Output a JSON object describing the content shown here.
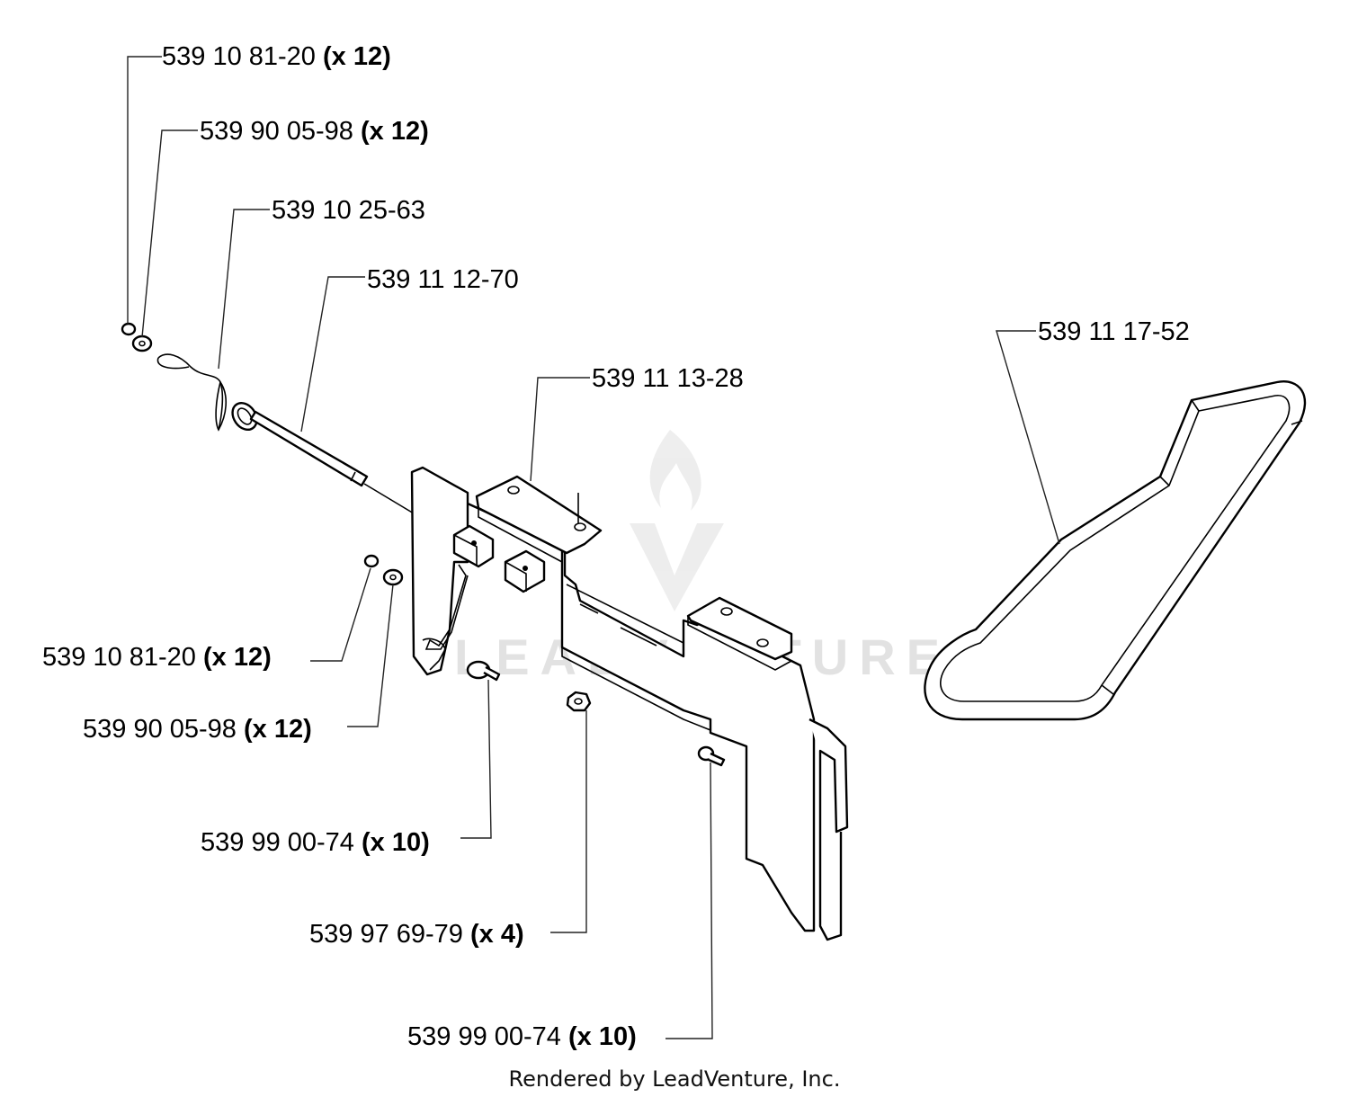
{
  "callouts": [
    {
      "part": "539 10 81-20",
      "qty": "(x 12)"
    },
    {
      "part": "539 90 05-98",
      "qty": "(x 12)"
    },
    {
      "part": "539 10 25-63",
      "qty": ""
    },
    {
      "part": "539 11 12-70",
      "qty": ""
    },
    {
      "part": "539 11 13-28",
      "qty": ""
    },
    {
      "part": "539 11 17-52",
      "qty": ""
    },
    {
      "part": "539 10 81-20",
      "qty": "(x 12)"
    },
    {
      "part": "539 90 05-98",
      "qty": "(x 12)"
    },
    {
      "part": "539 99 00-74",
      "qty": "(x 10)"
    },
    {
      "part": "539 97 69-79",
      "qty": "(x 4)"
    },
    {
      "part": "539 99 00-74",
      "qty": "(x 10)"
    }
  ],
  "watermark": "LEADVENTURE",
  "footer": "Rendered by LeadVenture, Inc."
}
